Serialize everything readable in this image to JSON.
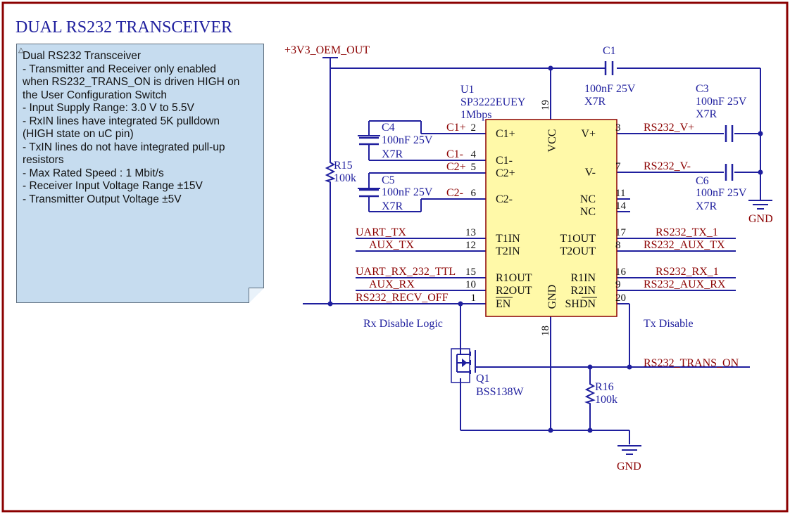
{
  "title": "DUAL RS232 TRANSCEIVER",
  "note": {
    "heading": "Dual RS232 Transceiver",
    "lines": [
      "",
      "- Transmitter and Receiver only enabled",
      "when RS232_TRANS_ON is driven HIGH on",
      "the User Configuration Switch",
      "",
      "- Input Supply Range: 3.0 V to 5.5V",
      "- RxIN lines have integrated 5K pulldown",
      "(HIGH state on uC pin)",
      "- TxIN lines do not have integrated pull-up",
      "resistors",
      "",
      "- Max Rated Speed : 1 Mbit/s",
      "- Receiver Input Voltage Range ±15V",
      "- Transmitter Output Voltage ±5V"
    ]
  },
  "power": {
    "supply": "+3V3_OEM_OUT",
    "gnd1": "GND",
    "gnd2": "GND"
  },
  "u1": {
    "ref": "U1",
    "part": "SP3222EUEY",
    "speed": "1Mbps",
    "pins_left": [
      {
        "num": "2",
        "name": "C1+"
      },
      {
        "num": "4",
        "name": "C1-"
      },
      {
        "num": "5",
        "name": "C2+"
      },
      {
        "num": "6",
        "name": "C2-"
      },
      {
        "num": "13",
        "name": "T1IN"
      },
      {
        "num": "12",
        "name": "T2IN"
      },
      {
        "num": "15",
        "name": "R1OUT"
      },
      {
        "num": "10",
        "name": "R2OUT"
      },
      {
        "num": "1",
        "name": "EN"
      }
    ],
    "pins_right": [
      {
        "num": "3",
        "name": "V+"
      },
      {
        "num": "7",
        "name": "V-"
      },
      {
        "num": "11",
        "name": "NC"
      },
      {
        "num": "14",
        "name": "NC"
      },
      {
        "num": "17",
        "name": "T1OUT"
      },
      {
        "num": "8",
        "name": "T2OUT"
      },
      {
        "num": "16",
        "name": "R1IN"
      },
      {
        "num": "9",
        "name": "R2IN"
      },
      {
        "num": "20",
        "name": "SHDN"
      }
    ],
    "pin_vcc": {
      "num": "19",
      "name": "VCC"
    },
    "pin_gnd": {
      "num": "18",
      "name": "GND"
    }
  },
  "caps": {
    "c1": {
      "ref": "C1",
      "value": "100nF  25V",
      "dielectric": "X7R"
    },
    "c3": {
      "ref": "C3",
      "value": "100nF  25V",
      "dielectric": "X7R"
    },
    "c4": {
      "ref": "C4",
      "value": "100nF 25V",
      "dielectric": "X7R"
    },
    "c5": {
      "ref": "C5",
      "value": "100nF 25V",
      "dielectric": "X7R"
    },
    "c6": {
      "ref": "C6",
      "value": "100nF 25V",
      "dielectric": "X7R"
    }
  },
  "resistors": {
    "r15": {
      "ref": "R15",
      "value": "100k"
    },
    "r16": {
      "ref": "R16",
      "value": "100k"
    }
  },
  "q1": {
    "ref": "Q1",
    "part": "BSS138W"
  },
  "nets": {
    "cap_c1p": "C1+",
    "cap_c1m": "C1-",
    "cap_c2p": "C2+",
    "cap_c2m": "C2-",
    "uart_tx": "UART_TX",
    "aux_tx": "AUX_TX",
    "uart_rx": "UART_RX_232_TTL",
    "aux_rx": "AUX_RX",
    "recv_off": "RS232_RECV_OFF",
    "vplus": "RS232_V+",
    "vminus": "RS232_V-",
    "tx1": "RS232_TX_1",
    "aux_tx_out": "RS232_AUX_TX",
    "rx1": "RS232_RX_1",
    "aux_rx_in": "RS232_AUX_RX",
    "trans_on": "RS232_TRANS_ON"
  },
  "annotations": {
    "rx_disable": "Rx Disable Logic",
    "tx_disable": "Tx Disable"
  },
  "colors": {
    "border": "#8b0000",
    "wire": "#1f1f9e",
    "chip": "#fff9a8",
    "note": "#c6dcef"
  }
}
